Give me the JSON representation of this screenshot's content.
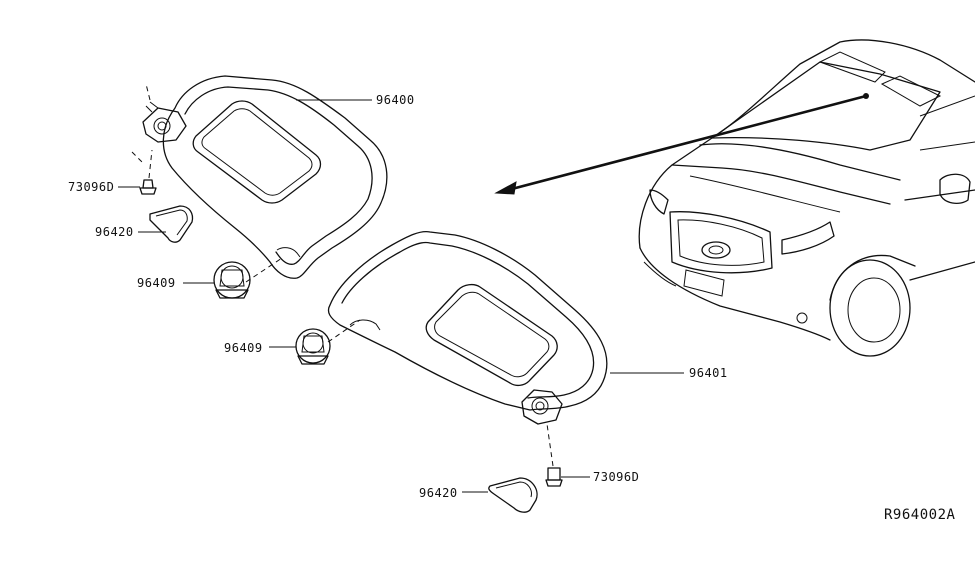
{
  "diagram_id": "R964002A",
  "callouts": {
    "visor_left": "96400",
    "visor_right": "96401",
    "screw_left": "73096D",
    "screw_right": "73096D",
    "cover_left": "96420",
    "cover_right": "96420",
    "holder_left": "96409",
    "holder_right": "96409"
  }
}
